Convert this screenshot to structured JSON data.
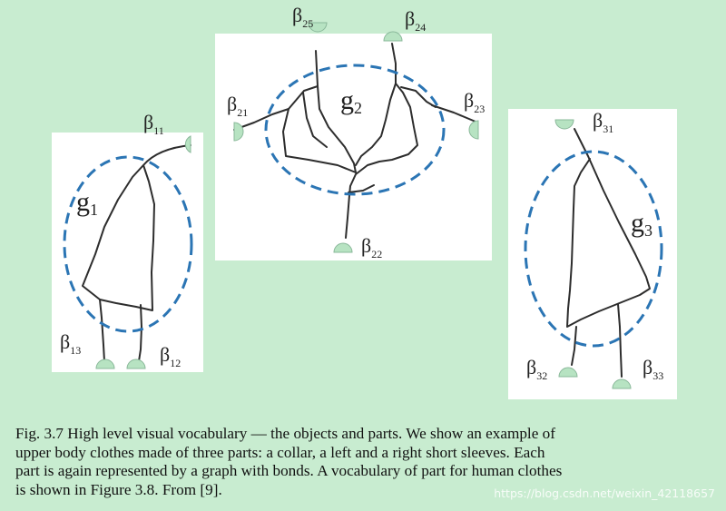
{
  "panels": {
    "left": {
      "graph_label": "g",
      "graph_index": "1",
      "bonds": [
        {
          "sym": "β",
          "sub": "11"
        },
        {
          "sym": "β",
          "sub": "12"
        },
        {
          "sym": "β",
          "sub": "13"
        }
      ]
    },
    "center": {
      "graph_label": "g",
      "graph_index": "2",
      "bonds": [
        {
          "sym": "β",
          "sub": "21"
        },
        {
          "sym": "β",
          "sub": "22"
        },
        {
          "sym": "β",
          "sub": "23"
        },
        {
          "sym": "β",
          "sub": "24"
        },
        {
          "sym": "β",
          "sub": "25"
        }
      ]
    },
    "right": {
      "graph_label": "g",
      "graph_index": "3",
      "bonds": [
        {
          "sym": "β",
          "sub": "31"
        },
        {
          "sym": "β",
          "sub": "32"
        },
        {
          "sym": "β",
          "sub": "33"
        }
      ]
    }
  },
  "caption_lines": [
    "Fig. 3.7 High level visual vocabulary — the objects and parts. We show an example of",
    "upper body clothes made of three parts: a collar, a left and a right short sleeves. Each",
    "part is again represented by a graph with bonds. A vocabulary of part for human clothes",
    "is shown in Figure 3.8. From [9]."
  ],
  "watermark": "https://blog.csdn.net/weixin_42118657",
  "colors": {
    "background": "#c8ecd0",
    "panel": "#ffffff",
    "ellipse": "#2b75b4",
    "bond_cap": "#b7e3c2",
    "stroke": "#2d2d2d"
  }
}
